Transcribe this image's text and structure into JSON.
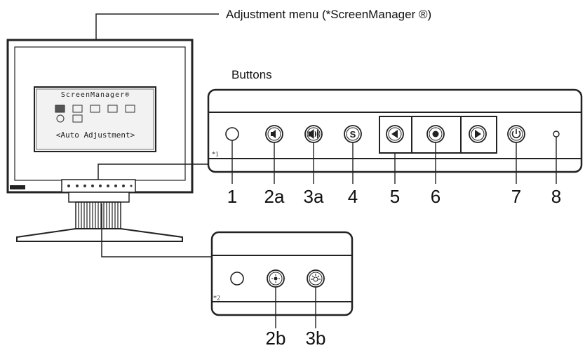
{
  "labels": {
    "adjustment_menu": "Adjustment menu (*ScreenManager ®)",
    "buttons": "Buttons"
  },
  "screen": {
    "title": "ScreenManager®",
    "subtitle": "<Auto Adjustment>"
  },
  "footnotes": {
    "note1": "*1",
    "note2": "*2"
  },
  "panel1": {
    "buttons": [
      {
        "number": "1",
        "icon": "sensor-icon"
      },
      {
        "number": "2a",
        "icon": "volume-down-icon"
      },
      {
        "number": "3a",
        "icon": "volume-up-icon"
      },
      {
        "number": "4",
        "icon": "mode-icon",
        "glyph": "S"
      },
      {
        "number": "5",
        "icon": "left-arrow-icon"
      },
      {
        "number": "6",
        "icon": "enter-icon"
      },
      {
        "number": "",
        "icon": "right-arrow-icon"
      },
      {
        "number": "7",
        "icon": "power-icon"
      },
      {
        "number": "8",
        "icon": "power-indicator-icon"
      }
    ]
  },
  "panel2": {
    "buttons": [
      {
        "number": "",
        "icon": "sensor-icon"
      },
      {
        "number": "2b",
        "icon": "brightness-down-icon"
      },
      {
        "number": "3b",
        "icon": "brightness-up-icon"
      }
    ]
  },
  "colors": {
    "stroke": "#222222",
    "screen_bg": "#f2f2f2"
  }
}
